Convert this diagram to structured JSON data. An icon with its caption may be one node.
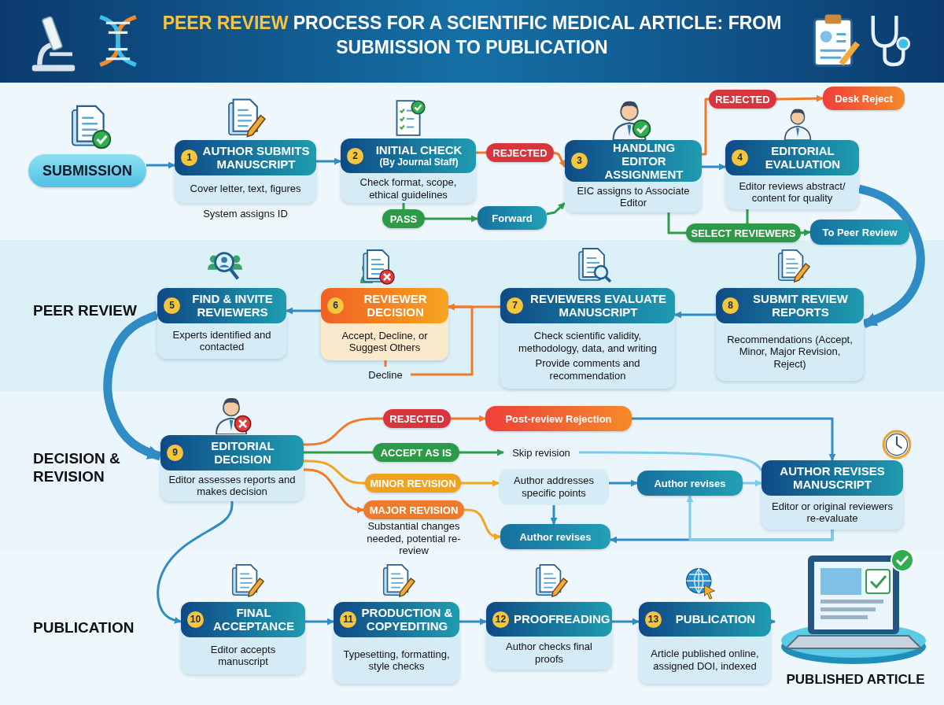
{
  "diagram": {
    "title": "**PEER REVIEW** PROCESS FOR A SCIENTIFIC MEDICAL ARTICLE: FROM SUBMISSION TO PUBLICATION",
    "nodes": [
      {
        "text": [
          "SUBMISSION"
        ]
      },
      {
        "text": [
          "1",
          "AUTHOR SUBMITS MANUSCRIPT",
          "Cover letter, text, figures"
        ],
        "beside": [
          "System assigns ID"
        ]
      },
      {
        "text": [
          "2",
          "INITIAL CHECK",
          "(By Journal Staff)",
          "Check format, scope, ethical guidelines"
        ]
      },
      {
        "text": [
          "REJECTED"
        ]
      },
      {
        "text": [
          "PASS"
        ]
      },
      {
        "text": [
          "Forward"
        ]
      },
      {
        "text": [
          "3",
          "HANDLING EDITOR ASSIGNMENT",
          "EIC assigns to Associate Editor"
        ]
      },
      {
        "text": [
          "REJECTED"
        ]
      },
      {
        "text": [
          "Desk Reject"
        ]
      },
      {
        "text": [
          "4",
          "EDITORIAL EVALUATION",
          "Editor reviews abstract/ content for quality"
        ]
      },
      {
        "text": [
          "SELECT REVIEWERS"
        ]
      },
      {
        "text": [
          "To Peer Review"
        ]
      },
      {
        "text": [
          "8",
          "SUBMIT REVIEW REPORTS",
          "Recommendations (Accept, Minor, Major Revision, Reject)"
        ]
      },
      {
        "text": [
          "7",
          "REVIEWERS EVALUATE MANUSCRIPT",
          "Check scientific validity, methodology, data, and writing",
          "Provide comments and recommendation"
        ]
      },
      {
        "text": [
          "6",
          "REVIEWER DECISION",
          "Accept, Decline, or Suggest Others"
        ]
      },
      {
        "text": [
          "Decline"
        ]
      },
      {
        "text": [
          "5",
          "FIND & INVITE REVIEWERS",
          "Experts identified and contacted"
        ]
      },
      {
        "text": [
          "9",
          "EDITORIAL DECISION",
          "Editor assesses reports and makes decision"
        ]
      },
      {
        "text": [
          "REJECTED"
        ]
      },
      {
        "text": [
          "Post-review Rejection"
        ]
      },
      {
        "text": [
          "ACCEPT AS IS"
        ]
      },
      {
        "text": [
          "Skip revision"
        ]
      },
      {
        "text": [
          "MINOR REVISION"
        ]
      },
      {
        "text": [
          "Author addresses specific points"
        ]
      },
      {
        "text": [
          "Author revises"
        ]
      },
      {
        "text": [
          "MAJOR REVISION"
        ],
        "beside": [
          "Substantial changes needed, potential re-review"
        ]
      },
      {
        "text": [
          "Author revises"
        ]
      },
      {
        "text": [
          "AUTHOR REVISES MANUSCRIPT",
          "Editor or original reviewers re-evaluate"
        ]
      },
      {
        "text": [
          "10",
          "FINAL ACCEPTANCE",
          "Editor accepts manuscript"
        ]
      },
      {
        "text": [
          "11",
          "PRODUCTION & COPYEDITING",
          "Typesetting, formatting, style checks"
        ]
      },
      {
        "text": [
          "12",
          "PROOFREADING",
          "Author checks final proofs"
        ]
      },
      {
        "text": [
          "13",
          "PUBLICATION",
          "Article published online, assigned DOI, indexed"
        ]
      },
      {
        "text": [
          "PUBLISHED ARTICLE"
        ]
      }
    ],
    "edges": [
      {
        "from": 0,
        "to": 1,
        "arrow": "to"
      },
      {
        "from": 1,
        "to": 2,
        "arrow": "to"
      },
      {
        "from": 2,
        "to": 3,
        "arrow": "none",
        "color": "#f07a2a"
      },
      {
        "from": 3,
        "to": 6,
        "arrow": "to",
        "color": "#f07a2a"
      },
      {
        "from": 2,
        "to": 4,
        "arrow": "none",
        "color": "#2e9e4a"
      },
      {
        "from": 4,
        "to": 5,
        "arrow": "to",
        "color": "#2e9e4a"
      },
      {
        "from": 5,
        "to": 6,
        "arrow": "to",
        "color": "#2e9e4a"
      },
      {
        "from": 6,
        "to": 9,
        "arrow": "to"
      },
      {
        "from": 6,
        "to": 7,
        "arrow": "none",
        "color": "#f07a2a"
      },
      {
        "from": 7,
        "to": 8,
        "arrow": "to",
        "color": "#f07a2a"
      },
      {
        "from": 6,
        "to": 10,
        "arrow": "none",
        "color": "#2e9e4a"
      },
      {
        "from": 9,
        "to": 10,
        "arrow": "none",
        "color": "#2e9e4a"
      },
      {
        "from": 10,
        "to": 11,
        "arrow": "to",
        "color": "#2e9e4a"
      },
      {
        "from": 9,
        "to": 12,
        "arrow": "to",
        "style": "thick"
      },
      {
        "from": 12,
        "to": 13,
        "arrow": "to"
      },
      {
        "from": 13,
        "to": 14,
        "arrow": "to",
        "color": "#f07a2a"
      },
      {
        "from": 14,
        "to": 15,
        "arrow": "none",
        "color": "#f07a2a"
      },
      {
        "from": 15,
        "to": 14,
        "arrow": "to",
        "color": "#f07a2a"
      },
      {
        "from": 14,
        "to": 16,
        "arrow": "to"
      },
      {
        "from": 16,
        "to": 17,
        "arrow": "to",
        "style": "thick"
      },
      {
        "from": 17,
        "to": 18,
        "arrow": "none",
        "color": "#f07a2a"
      },
      {
        "from": 18,
        "to": 19,
        "arrow": "to",
        "color": "#f07a2a"
      },
      {
        "from": 19,
        "to": 27,
        "arrow": "to"
      },
      {
        "from": 17,
        "to": 20,
        "arrow": "none",
        "color": "#2e9e4a"
      },
      {
        "from": 20,
        "to": 21,
        "arrow": "to",
        "color": "#2e9e4a"
      },
      {
        "from": 21,
        "to": 27,
        "arrow": "none",
        "color": "#7ccbe8"
      },
      {
        "from": 17,
        "to": 22,
        "arrow": "none",
        "color": "#f2a51f"
      },
      {
        "from": 22,
        "to": 23,
        "arrow": "to",
        "color": "#f2a51f"
      },
      {
        "from": 23,
        "to": 24,
        "arrow": "to"
      },
      {
        "from": 23,
        "to": 26,
        "arrow": "to"
      },
      {
        "from": 24,
        "to": 27,
        "arrow": "to",
        "color": "#7ccbe8"
      },
      {
        "from": 17,
        "to": 25,
        "arrow": "to",
        "color": "#f07a2a"
      },
      {
        "from": 25,
        "to": 26,
        "arrow": "to",
        "color": "#f2a51f"
      },
      {
        "from": 27,
        "to": 26,
        "arrow": "to"
      },
      {
        "from": 27,
        "to": 24,
        "arrow": "to",
        "color": "#7ccbe8"
      },
      {
        "from": 17,
        "to": 28,
        "arrow": "to"
      },
      {
        "from": 28,
        "to": 29,
        "arrow": "to"
      },
      {
        "from": 29,
        "to": 30,
        "arrow": "to"
      },
      {
        "from": 30,
        "to": 31,
        "arrow": "to"
      },
      {
        "from": 31,
        "to": 32,
        "arrow": "to"
      }
    ],
    "labels": [
      "PEER REVIEW",
      "DECISION & REVISION",
      "PUBLICATION"
    ]
  }
}
